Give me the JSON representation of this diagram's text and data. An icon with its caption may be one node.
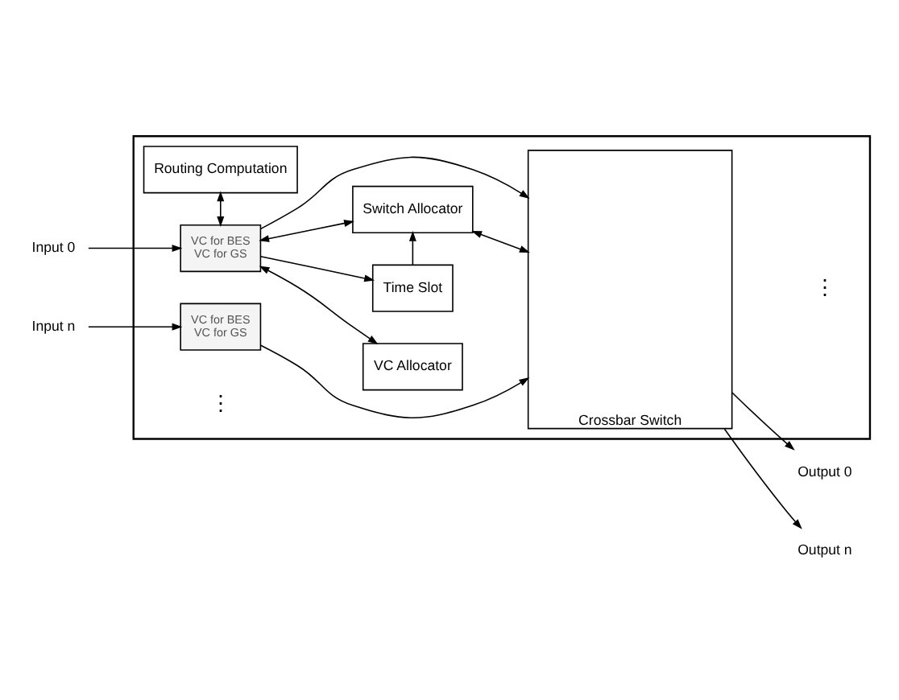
{
  "diagram": {
    "nodes": [
      {
        "text": [],
        "shape": "box"
      },
      {
        "text": [
          "Routing Computation"
        ],
        "in": 0
      },
      {
        "text": [
          "VC Allocator"
        ],
        "in": 0
      },
      {
        "text": [
          "Switch Allocator"
        ],
        "in": 0
      },
      {
        "text": [
          "Time Slot"
        ],
        "in": 0
      },
      {
        "text": [
          "Input 0"
        ]
      },
      {
        "text": [
          "VC for BES",
          "VC for GS"
        ],
        "in": 0
      },
      {
        "text": [
          "Crossbar Switch"
        ],
        "in": 0
      },
      {
        "text": [
          "Output 0"
        ]
      },
      {
        "text": [
          "Input n"
        ]
      },
      {
        "text": [
          "VC for BES",
          "VC for GS"
        ],
        "in": 0
      },
      {
        "text": [
          "Output n"
        ]
      }
    ],
    "edges": [
      {
        "from": 1,
        "to": 6,
        "arrow": "both"
      },
      {
        "from": 6,
        "to": 2,
        "arrow": "both"
      },
      {
        "from": 6,
        "to": 3,
        "arrow": "both"
      },
      {
        "from": 6,
        "to": 4,
        "arrow": "to"
      },
      {
        "from": 4,
        "to": 3,
        "arrow": "to"
      },
      {
        "from": 3,
        "to": 7,
        "arrow": "both"
      },
      {
        "from": 5,
        "to": 6,
        "arrow": "to"
      },
      {
        "from": 6,
        "to": 7,
        "arrow": "to"
      },
      {
        "from": 9,
        "to": 10,
        "arrow": "to"
      },
      {
        "from": 10,
        "to": 7,
        "arrow": "to"
      },
      {
        "from": 7,
        "to": 8,
        "arrow": "to"
      },
      {
        "from": 7,
        "to": 11,
        "arrow": "to"
      }
    ],
    "labels": [
      "⋮",
      "⋮"
    ]
  }
}
